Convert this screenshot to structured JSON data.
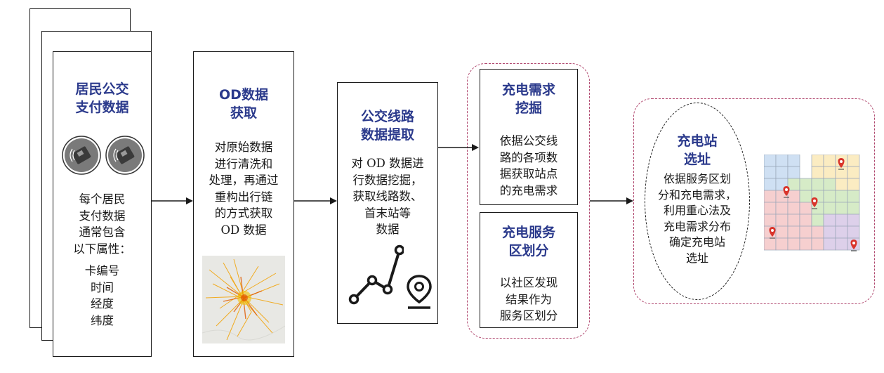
{
  "stage1": {
    "title": "居民公交\n支付数据",
    "body": "每个居民\n支付数据\n通常包含\n以下属性：",
    "attributes": [
      "卡编号",
      "时间",
      "经度",
      "纬度"
    ]
  },
  "stage2": {
    "title": "OD数据\n获取",
    "body": "对原始数据\n进行清洗和\n处理，再通过\n重构出行链\n的方式获取\nOD 数据"
  },
  "stage3": {
    "title": "公交线路\n数据提取",
    "body": "对 OD 数据进\n行数据挖掘，\n获取线路数、\n首末站等\n数据"
  },
  "stage4a": {
    "title": "充电需求\n挖掘",
    "body": "依据公交线\n路的各项数\n据获取站点\n的充电需求"
  },
  "stage4b": {
    "title": "充电服务\n区划分",
    "body": "以社区发现\n结果作为\n服务区划分"
  },
  "stage5": {
    "title": "充电站\n选址",
    "body": "依据服务区划\n分和充电需求，\n利用重心法及\n充电需求分布\n确定充电站\n选址"
  },
  "colors": {
    "title_text": "#2b3a8c",
    "dashed_border": "#b0476e",
    "grid_blue": "#cfe0f3",
    "grid_yellow": "#fbecc2",
    "grid_green": "#d6ebc7",
    "grid_red": "#f6cfcf",
    "grid_purple": "#ddd0ea",
    "pin": "#d9342b"
  },
  "icons": [
    "card-reader-icon",
    "card-reader-icon",
    "od-heatmap-image",
    "line-chart-icon",
    "location-pin-icon",
    "service-area-map-icon"
  ]
}
